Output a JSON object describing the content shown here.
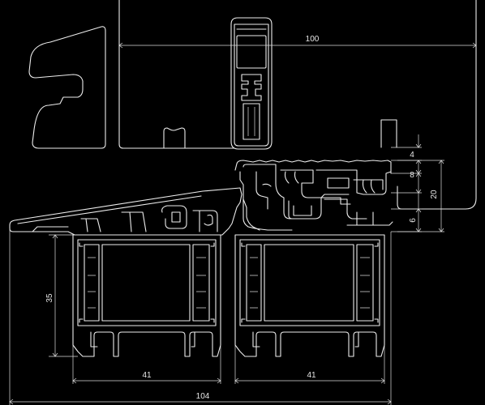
{
  "dimensions": {
    "overall_width": "100",
    "sash_step_small": "4",
    "sash_step_mid": "8",
    "sash_step_total": "20",
    "sash_step_lower": "6",
    "frame_height": "35",
    "left_chamber_width": "41",
    "right_chamber_width": "41",
    "total_width": "104"
  },
  "colors": {
    "background": "#000000",
    "line": "#ececec",
    "text": "#e6e6e6"
  }
}
